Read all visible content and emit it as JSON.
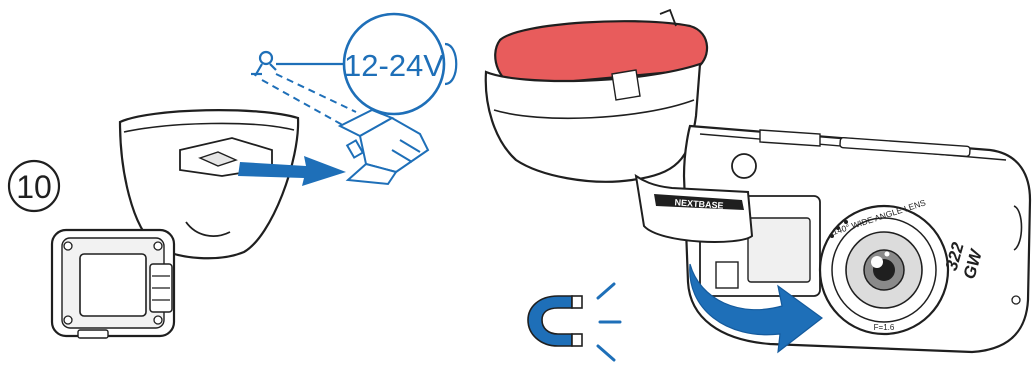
{
  "step": {
    "number": "10"
  },
  "power": {
    "voltage_label": "12-24V"
  },
  "camera": {
    "brand": "NEXTBASE",
    "lens_text": "140° WIDE ANGLE LENS",
    "aperture": "F=1.6",
    "model_line1": "322",
    "model_line2": "GW"
  },
  "colors": {
    "line": "#1f1f1f",
    "blue": "#1e6fb8",
    "blue_dark": "#145a9c",
    "adhesive": "#e85c5c",
    "grey_light": "#f4f4f4",
    "grey_mid": "#d8d8d8"
  },
  "icons": [
    "step-badge",
    "power-plug-icon",
    "usb-cable-icon",
    "blue-arrow-icon",
    "magnet-icon",
    "attraction-lines-icon"
  ]
}
